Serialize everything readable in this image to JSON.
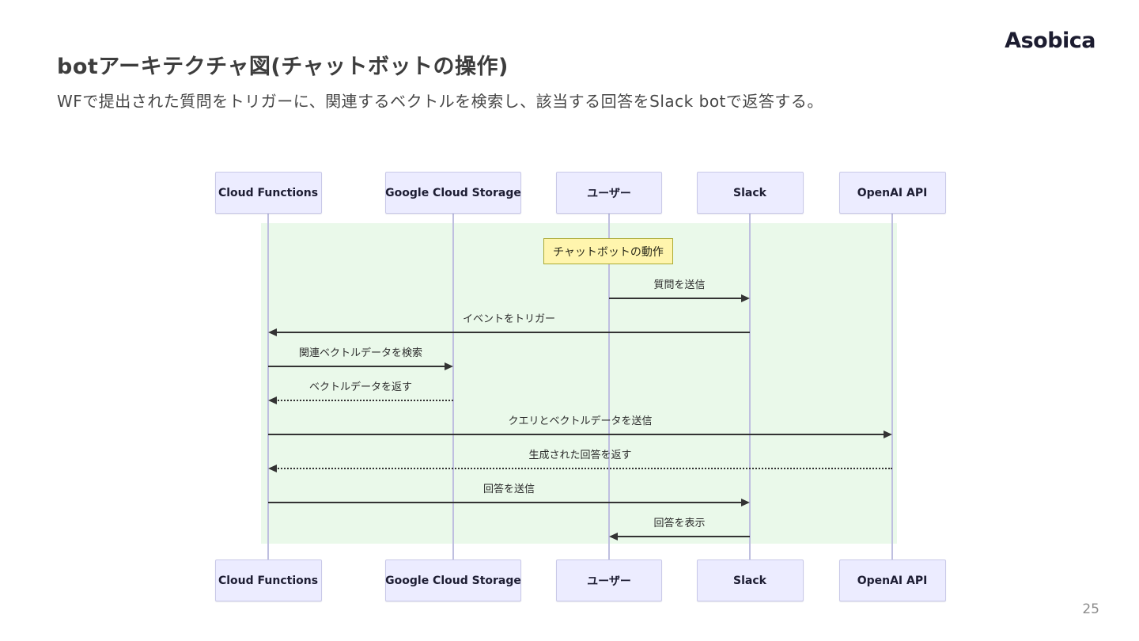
{
  "slide": {
    "title": "botアーキテクチャ図(チャットボットの操作)",
    "subtitle": "WFで提出された質問をトリガーに、関連するベクトルを検索し、該当する回答をSlack botで返答する。",
    "logo_text": "Asobica",
    "page_number": "25"
  },
  "diagram": {
    "type": "sequence",
    "actors": [
      {
        "name": "Cloud Functions"
      },
      {
        "name": "Google Cloud Storage"
      },
      {
        "name": "ユーザー"
      },
      {
        "name": "Slack"
      },
      {
        "name": "OpenAI API"
      }
    ],
    "note": {
      "label": "チャットボットの動作"
    },
    "messages": [
      {
        "label": "質問を送信",
        "from": "ユーザー",
        "to": "Slack",
        "style": "solid"
      },
      {
        "label": "イベントをトリガー",
        "from": "Slack",
        "to": "Cloud Functions",
        "style": "solid"
      },
      {
        "label": "関連ベクトルデータを検索",
        "from": "Cloud Functions",
        "to": "Google Cloud Storage",
        "style": "solid"
      },
      {
        "label": "ベクトルデータを返す",
        "from": "Google Cloud Storage",
        "to": "Cloud Functions",
        "style": "dashed"
      },
      {
        "label": "クエリとベクトルデータを送信",
        "from": "Cloud Functions",
        "to": "OpenAI API",
        "style": "solid"
      },
      {
        "label": "生成された回答を返す",
        "from": "OpenAI API",
        "to": "Cloud Functions",
        "style": "dashed"
      },
      {
        "label": "回答を送信",
        "from": "Cloud Functions",
        "to": "Slack",
        "style": "solid"
      },
      {
        "label": "回答を表示",
        "from": "Slack",
        "to": "ユーザー",
        "style": "solid"
      }
    ],
    "colors": {
      "actor_fill": "#ececff",
      "actor_border": "#c9c9e8",
      "lifeline": "#bfbfe0",
      "note_fill": "#fff5ad",
      "note_border": "#aaaa33",
      "highlight_fill": "#eaf9ea",
      "arrow": "#333333",
      "title_text": "#3d3d3d"
    }
  }
}
